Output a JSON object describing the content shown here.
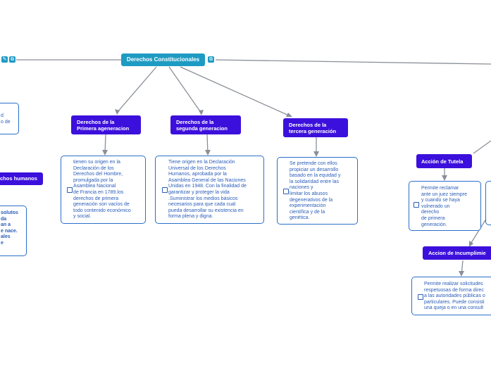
{
  "main_node": {
    "label": "Derechos Constitucionales"
  },
  "topics": {
    "primera": "Derechos de la\nPrimera ageneracion",
    "segunda": "Derechos de la\nsegunda generacion",
    "tercera": "Derechos de la\ntercera generación",
    "tutela": "Acción de Tutela",
    "incumplimiento": "Accion de Incumplimie",
    "humanos": "chos humanos"
  },
  "notes": {
    "primera": "tienen su origen en la\nDeclaración de los\nDerechos del Hombre,\npromulgada por la\nAsamblea Nacional\nde Francia en 1789.los\nderechos de primera\ngeneración son vacíos de\ntodo contenido económico\ny social.",
    "segunda": "Tiene origen en la Declaración\nUniversal de los Derechos\nHumanos, aprobada por la\nAsamblea General de las Naciones\nUnidas en 1948. Con la finalidad de\ngarantizar y proteger la vida\n.Suministrar los medios básicos\nnecesarios para que cada cual\npueda desarrollar su existencia en\nforma plena y digna.",
    "tercera": "Se pretende con ellos\npropiciar un desarrollo\nbasado en la equidad y\nla solidaridad entre las\nnaciones y\nlimitar los abusos\ndegenerativos de la\nexperimentación\ncientífica y de la\ngenética.",
    "tutela": "Permite reclamar\nante un juez siempre\ny cuando se haya\nvulnerado un\nderecho\nde primera\ngeneración.",
    "incumplimiento": "Permite realizar solicitudes\nrespetuosas de forma direc\na las autoridades públicas o\nparticulares. Puede consisti\nuna queja o en una consult",
    "left_top": "d\no de",
    "left_bottom": "solutos\nda\nan a\ne nace.\nales\ne"
  },
  "icons": {
    "left_pair": [
      "note-icon",
      "link-icon"
    ],
    "main_expand": "expand-icon"
  },
  "colors": {
    "main": "#1e9bc3",
    "topic": "#3c10dc",
    "note_border": "#2a6fc9",
    "note_text": "#2a5db8",
    "link": "#8a8f98"
  }
}
